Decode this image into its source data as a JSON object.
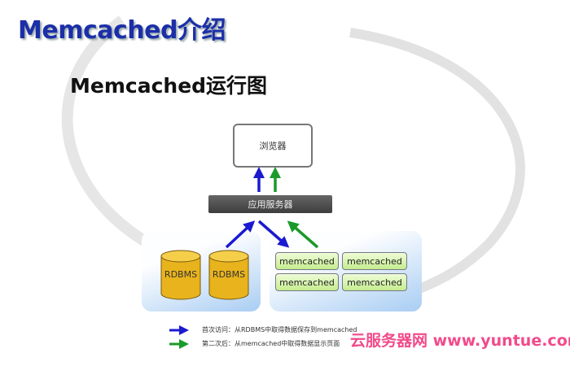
{
  "title": "Memcached介绍",
  "subtitle": "Memcached运行图",
  "diagram": {
    "browser": "浏览器",
    "app_server": "应用服务器",
    "databases": [
      "RDBMS",
      "RDBMS"
    ],
    "memcached_nodes": [
      "memcached",
      "memcached",
      "memcached",
      "memcached"
    ],
    "arrow_colors": {
      "first": "#1a1ad0",
      "second": "#1a9a2a"
    }
  },
  "legend": [
    {
      "color": "#1a1ad0",
      "text": "首次访问：从RDBMS中取得数据保存到memcached"
    },
    {
      "color": "#1a9a2a",
      "text": "第二次后：从memcached中取得数据显示页面"
    }
  ],
  "watermark": "云服务器网 www.yuntue.com"
}
